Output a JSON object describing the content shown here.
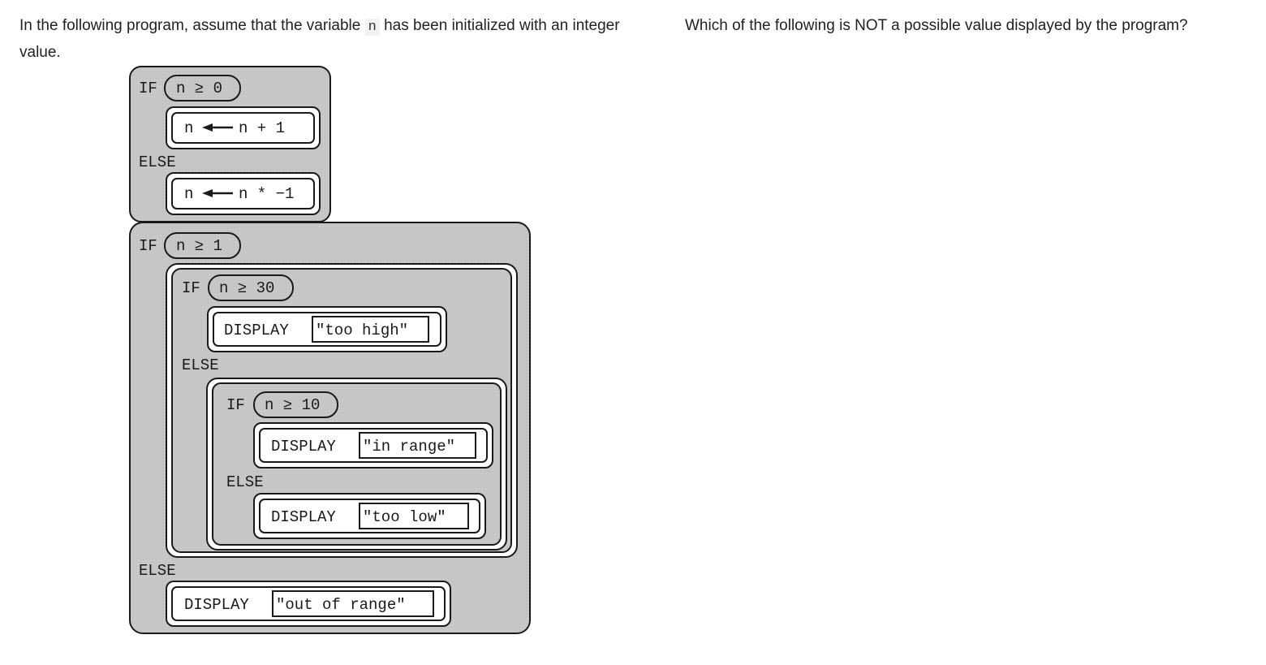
{
  "prompt": {
    "before": "In the following program, assume that the variable",
    "var": "n",
    "after": "has been initialized with an integer value."
  },
  "question": "Which of the following is NOT a possible value displayed by the program?",
  "program": {
    "kw_if": "IF",
    "kw_else": "ELSE",
    "kw_display": "DISPLAY",
    "block1": {
      "condition": "n ≥ 0",
      "then_target": "n",
      "then_expr": "n + 1",
      "else_target": "n",
      "else_expr": "n * −1"
    },
    "block2": {
      "condition": "n ≥ 1",
      "inner_condition": "n ≥ 30",
      "too_high": "\"too high\"",
      "innermost_condition": "n ≥ 10",
      "in_range": "\"in range\"",
      "too_low": "\"too low\"",
      "out_of_range": "\"out of range\""
    }
  },
  "colors": {
    "block_fill": "#c8c8c8",
    "stroke": "#1a1a1a",
    "inner_fill": "#ffffff"
  }
}
